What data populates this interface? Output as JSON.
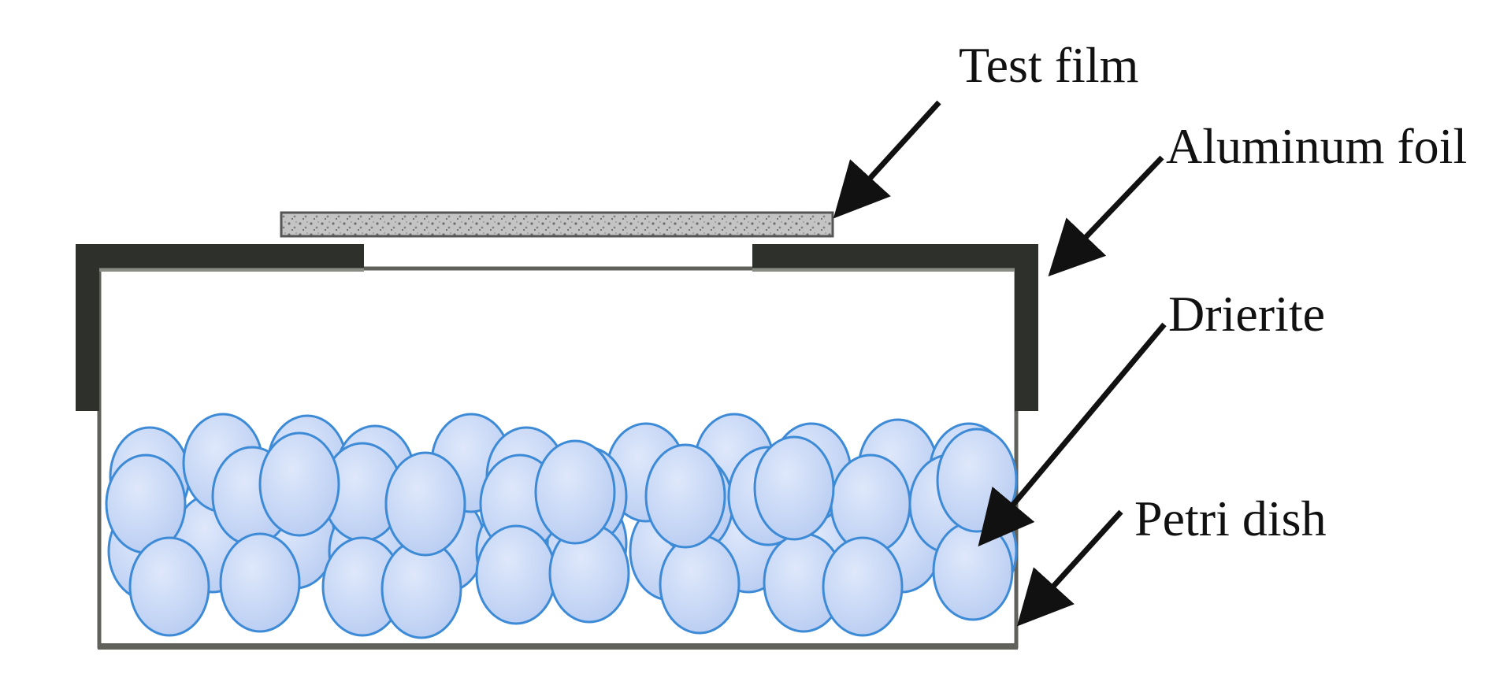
{
  "labels": {
    "test_film": "Test film",
    "aluminum_foil": "Aluminum foil",
    "drierite": "Drierite",
    "petri_dish": "Petri dish"
  },
  "colors": {
    "foil": "#2e302c",
    "dish_outline": "#5f615a",
    "bead_fill": "#c9d8f4",
    "bead_stroke": "#3d8ad6",
    "film_fill": "#b8b8b8",
    "arrow": "#111111"
  }
}
